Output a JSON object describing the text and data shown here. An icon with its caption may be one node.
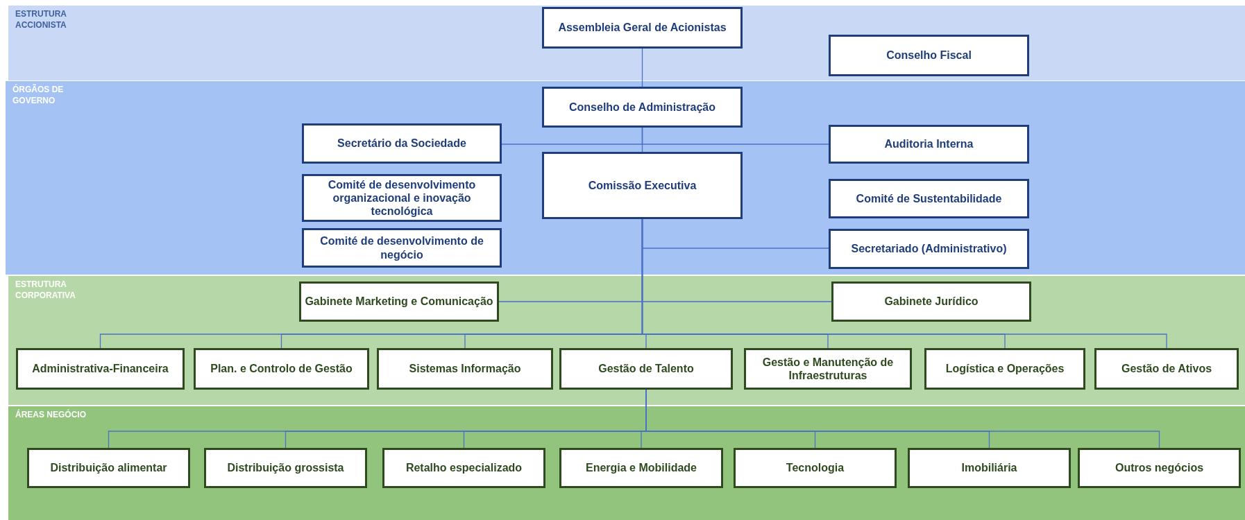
{
  "diagram": {
    "nodes": [
      {
        "text": [
          "ESTRUTURA ACCIONISTA"
        ]
      },
      {
        "text": [
          "Assembleia Geral de Acionistas"
        ],
        "in": 0
      },
      {
        "text": [
          "Conselho Fiscal"
        ],
        "in": 0
      },
      {
        "text": [
          "ÓRGÃOS DE GOVERNO"
        ]
      },
      {
        "text": [
          "Conselho de Administração"
        ],
        "in": 3
      },
      {
        "text": [
          "Secretário da Sociedade"
        ],
        "in": 3
      },
      {
        "text": [
          "Auditoria Interna"
        ],
        "in": 3
      },
      {
        "text": [
          "Comité de desenvolvimento organizacional e inovação tecnológica"
        ],
        "in": 3
      },
      {
        "text": [
          "Comissão Executiva"
        ],
        "in": 3
      },
      {
        "text": [
          "Comité de Sustentabilidade"
        ],
        "in": 3
      },
      {
        "text": [
          "Comité de desenvolvimento de negócio"
        ],
        "in": 3
      },
      {
        "text": [
          "Secretariado (Administrativo)"
        ],
        "in": 3
      },
      {
        "text": [
          "ESTRUTURA CORPORATIVA"
        ]
      },
      {
        "text": [
          "Gabinete Marketing e Comunicação"
        ],
        "in": 12
      },
      {
        "text": [
          "Gabinete Jurídico"
        ],
        "in": 12
      },
      {
        "text": [
          "Administrativa-Financeira"
        ],
        "in": 12
      },
      {
        "text": [
          "Plan. e Controlo de Gestão"
        ],
        "in": 12
      },
      {
        "text": [
          "Sistemas Informação"
        ],
        "in": 12
      },
      {
        "text": [
          "Gestão de Talento"
        ],
        "in": 12
      },
      {
        "text": [
          "Gestão e Manutenção de Infraestruturas"
        ],
        "in": 12
      },
      {
        "text": [
          "Logística e Operações"
        ],
        "in": 12
      },
      {
        "text": [
          "Gestão de Ativos"
        ],
        "in": 12
      },
      {
        "text": [
          "ÁREAS NEGÓCIO"
        ]
      },
      {
        "text": [
          "Distribuição alimentar"
        ],
        "in": 22
      },
      {
        "text": [
          "Distribuição grossista"
        ],
        "in": 22
      },
      {
        "text": [
          "Retalho especializado"
        ],
        "in": 22
      },
      {
        "text": [
          "Energia e Mobilidade"
        ],
        "in": 22
      },
      {
        "text": [
          "Tecnologia"
        ],
        "in": 22
      },
      {
        "text": [
          "Imobiliária"
        ],
        "in": 22
      },
      {
        "text": [
          "Outros negócios"
        ],
        "in": 22
      }
    ],
    "edges": [
      {
        "from": 1,
        "to": 4,
        "arrow": "none"
      },
      {
        "from": 4,
        "to": 8,
        "arrow": "none"
      },
      {
        "from": 4,
        "to": 5,
        "arrow": "none"
      },
      {
        "from": 4,
        "to": 6,
        "arrow": "none"
      },
      {
        "from": 8,
        "to": 11,
        "arrow": "none"
      },
      {
        "from": 8,
        "to": 13,
        "arrow": "none"
      },
      {
        "from": 8,
        "to": 14,
        "arrow": "none"
      },
      {
        "from": 8,
        "to": 15,
        "arrow": "none"
      },
      {
        "from": 8,
        "to": 16,
        "arrow": "none"
      },
      {
        "from": 8,
        "to": 17,
        "arrow": "none"
      },
      {
        "from": 8,
        "to": 18,
        "arrow": "none"
      },
      {
        "from": 8,
        "to": 19,
        "arrow": "none"
      },
      {
        "from": 8,
        "to": 20,
        "arrow": "none"
      },
      {
        "from": 8,
        "to": 21,
        "arrow": "none"
      },
      {
        "from": 18,
        "to": 23,
        "arrow": "none"
      },
      {
        "from": 18,
        "to": 24,
        "arrow": "none"
      },
      {
        "from": 18,
        "to": 25,
        "arrow": "none"
      },
      {
        "from": 18,
        "to": 26,
        "arrow": "none"
      },
      {
        "from": 18,
        "to": 27,
        "arrow": "none"
      },
      {
        "from": 18,
        "to": 28,
        "arrow": "none"
      },
      {
        "from": 18,
        "to": 29,
        "arrow": "none"
      }
    ]
  }
}
